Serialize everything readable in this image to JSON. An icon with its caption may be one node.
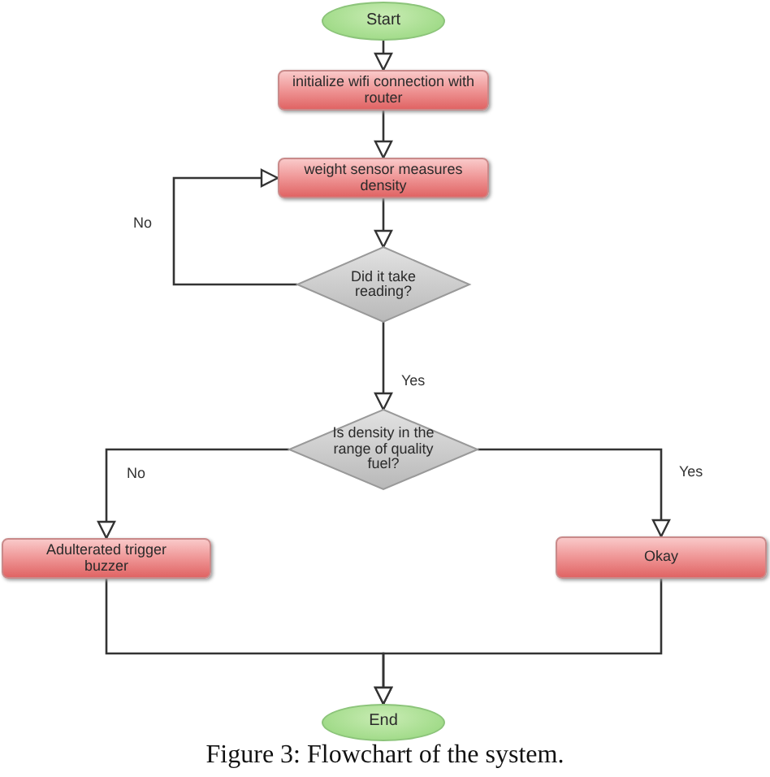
{
  "diagram": {
    "caption": "Figure 3: Flowchart of the system.",
    "nodes": [
      {
        "text": [
          "Start"
        ]
      },
      {
        "text": [
          "initialize wifi connection with router"
        ]
      },
      {
        "text": [
          "weight sensor measures density"
        ]
      },
      {
        "text": [
          "Did it take reading?"
        ]
      },
      {
        "text": [
          "Is density in the range of quality fuel?"
        ]
      },
      {
        "text": [
          "Adulterated trigger buzzer"
        ]
      },
      {
        "text": [
          "Okay"
        ]
      },
      {
        "text": [
          "End"
        ]
      }
    ],
    "edges": [
      {
        "from": 0,
        "to": 1,
        "arrow": "to"
      },
      {
        "from": 1,
        "to": 2,
        "arrow": "to"
      },
      {
        "from": 2,
        "to": 3,
        "arrow": "to"
      },
      {
        "from": 3,
        "to": 2,
        "arrow": "to",
        "label": "No"
      },
      {
        "from": 3,
        "to": 4,
        "arrow": "to",
        "label": "Yes"
      },
      {
        "from": 4,
        "to": 5,
        "arrow": "to",
        "label": "No"
      },
      {
        "from": 4,
        "to": 6,
        "arrow": "to",
        "label": "Yes"
      },
      {
        "from": 5,
        "to": 7,
        "arrow": "to"
      },
      {
        "from": 6,
        "to": 7,
        "arrow": "to"
      }
    ]
  }
}
